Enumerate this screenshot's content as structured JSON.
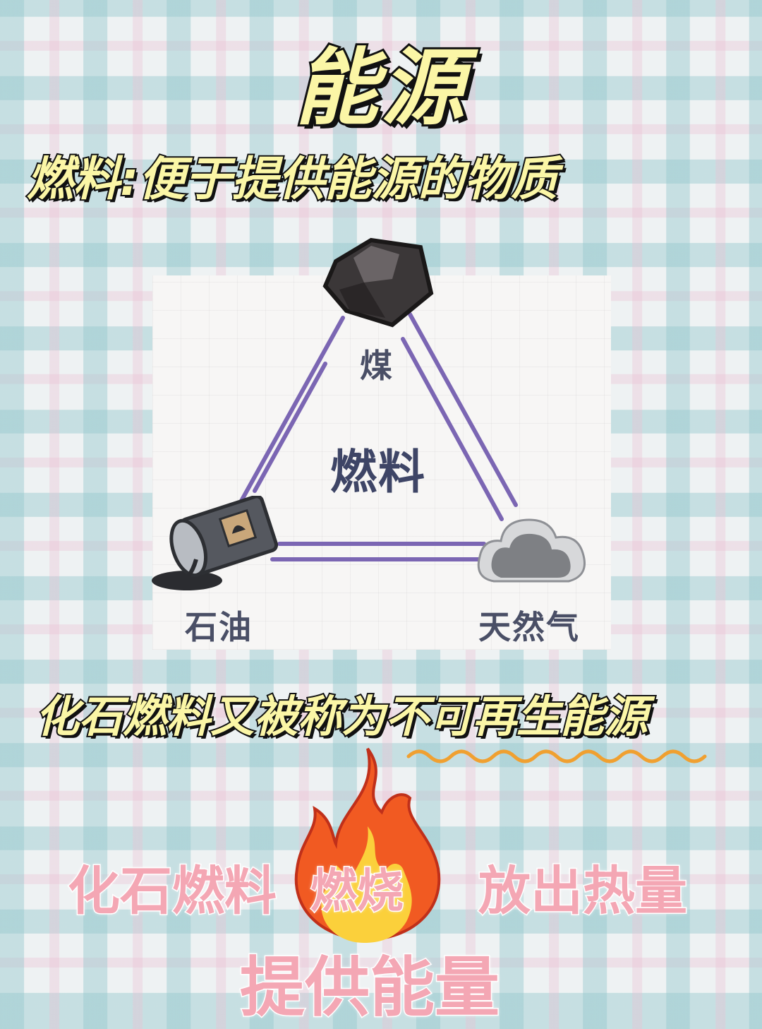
{
  "title": "能源",
  "subtitle": "燃料:便于提供能源的物质",
  "diagram": {
    "center": "燃料",
    "top": "煤",
    "left": "石油",
    "right": "天然气",
    "icons": [
      "coal-icon",
      "oil-barrel-icon",
      "gas-cloud-icon"
    ],
    "line_color": "#7b66b3"
  },
  "statement": "化石燃料又被称为不可再生能源",
  "process": {
    "step1": "化石燃料",
    "step2": "燃烧",
    "step3": "放出热量",
    "result": "提供能量",
    "icon": "fire-icon"
  },
  "colors": {
    "title_fill": "#fbf6a6",
    "pink_text": "#f4a7b4",
    "wavy_line": "#f0a030"
  }
}
